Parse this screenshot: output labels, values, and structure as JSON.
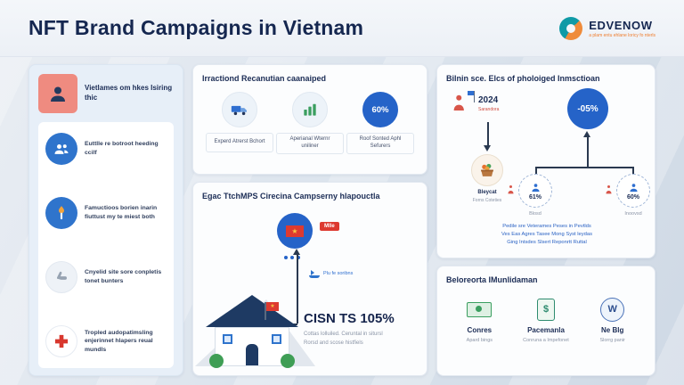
{
  "colors": {
    "accent_blue": "#2563c8",
    "navy": "#152750",
    "coral": "#ef8b80",
    "teal": "#0f9aa6",
    "orange": "#ef8b3a",
    "red": "#dd3a30",
    "green": "#3a9e5f"
  },
  "header": {
    "title": "NFT Brand Campaigns in Vietnam",
    "logo": {
      "icon": "edvenow-logo-icon",
      "name": "EDVENOW",
      "tagline": "a plam entu ehlane loricy fo nterls"
    }
  },
  "sidebar": {
    "intro": {
      "icon": "person-avatar-icon",
      "text": "Vietlames om hkes Isiring thic"
    },
    "items": [
      {
        "icon": "people-icon",
        "text": "Euttlle re botroot heeding ccilf"
      },
      {
        "icon": "torch-icon",
        "text": "Famuctioos borien inarin fiuttust my te miest both"
      },
      {
        "icon": "hand-icon",
        "text": "Cnyelid site sore conpletis tonet bunters"
      },
      {
        "icon": "medical-cross-icon",
        "text": "Tropled audopatimsling enjerinnet hlapers reual mundls"
      }
    ]
  },
  "recognition_panel": {
    "title": "Irractiond Recanutian caanaiped",
    "items": [
      {
        "icon": "truck-icon",
        "label": "Experd Atrerst Bchort"
      },
      {
        "icon": "chart-icon",
        "label": "Aperianal Wternr uniliner"
      },
      {
        "icon": "percent-circle",
        "value": "60%",
        "label": "Roof Sonted Aphl Sefurers"
      }
    ]
  },
  "campaign_panel": {
    "title": "Egac TtchMPS Cirecina Campserny hlapouctla",
    "flag_tag": "Mlle",
    "detail_label": "Plu fe soribns",
    "stat": "CISN TS 105%",
    "caption_line1": "Cottas lolluiled. Ceruntal in sitursl",
    "caption_line2": "Rorsd and scose histfiels"
  },
  "impact_panel": {
    "title": "Bilnin sce. Elcs of pholoiged Inmsctioan",
    "year": "2024",
    "year_sub": "Sarandora",
    "badge": "-05%",
    "basket_label": "Bleycat",
    "basket_sub": "Forns Coteties",
    "stats": [
      {
        "value": "61%",
        "sub": "Blosd"
      },
      {
        "value": "60%",
        "sub": "Inoovsd"
      }
    ],
    "note_line1": "Pedile sre Veterames Peses in Pevtlds",
    "note_line2": "Ves Eas Agres Tasee Mong Syst leydas",
    "note_line3": "Ging Intsdes Slsert Reponrtt Ruttal"
  },
  "benefits_panel": {
    "title": "Beloreorta IMunlidaman",
    "items": [
      {
        "icon": "banknote-icon",
        "label": "Conres",
        "sub": "Apard bings"
      },
      {
        "icon": "dollar-document-icon",
        "label": "Pacemanla",
        "sub": "Conruna a Impefonet"
      },
      {
        "icon": "w-badge-icon",
        "label": "Ne Blg",
        "sub": "Slorrg panir"
      }
    ]
  }
}
